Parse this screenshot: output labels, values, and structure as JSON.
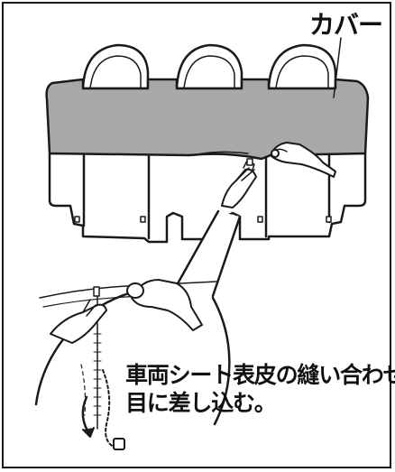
{
  "labels": {
    "cover": "カバー",
    "instruction_line1": "車両シート表皮の縫い合わせ",
    "instruction_line2": "目に差し込む。"
  },
  "colors": {
    "cover_fill": "#a8a8a8",
    "seat_fill": "#ffffff",
    "line": "#1a1a1a",
    "hand_fill": "#ffffff"
  },
  "icons": {
    "cover_leader": "leader-line",
    "zoom_callout": "magnifier-circle",
    "insertion_arrow": "curved-arrow"
  }
}
